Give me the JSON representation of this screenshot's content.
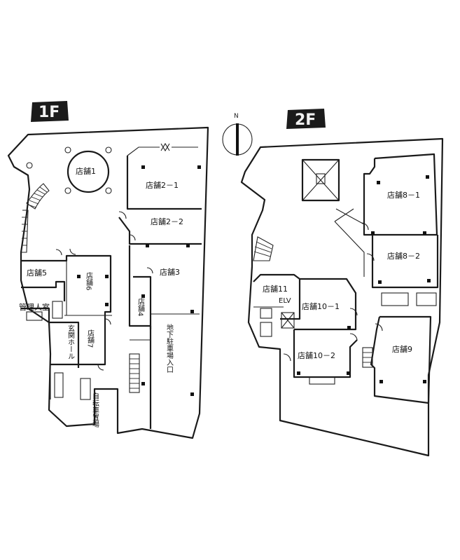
{
  "floors": {
    "first": {
      "badge": "1F",
      "rooms": {
        "r1": "店舗1",
        "r2_1": "店舗2－1",
        "r2_2": "店舗2－2",
        "r3": "店舗3",
        "r4": "店舗4",
        "r5": "店舗5",
        "r6": "店舗6",
        "r7": "店舗7",
        "kanri": "管理人室",
        "hall": "玄関ホール",
        "parking": "地下駐車場入口",
        "bike": "自転車置場"
      }
    },
    "second": {
      "badge": "2F",
      "rooms": {
        "r8_1": "店舗8－1",
        "r8_2": "店舗8－2",
        "r9": "店舗9",
        "r10_1": "店舗10－1",
        "r10_2": "店舗10－2",
        "r11": "店舗11",
        "elv": "ELV"
      }
    }
  },
  "compass": {
    "label": "N"
  },
  "colors": {
    "ink": "#111111",
    "paper": "#ffffff",
    "badge": "#1b1b1b"
  }
}
